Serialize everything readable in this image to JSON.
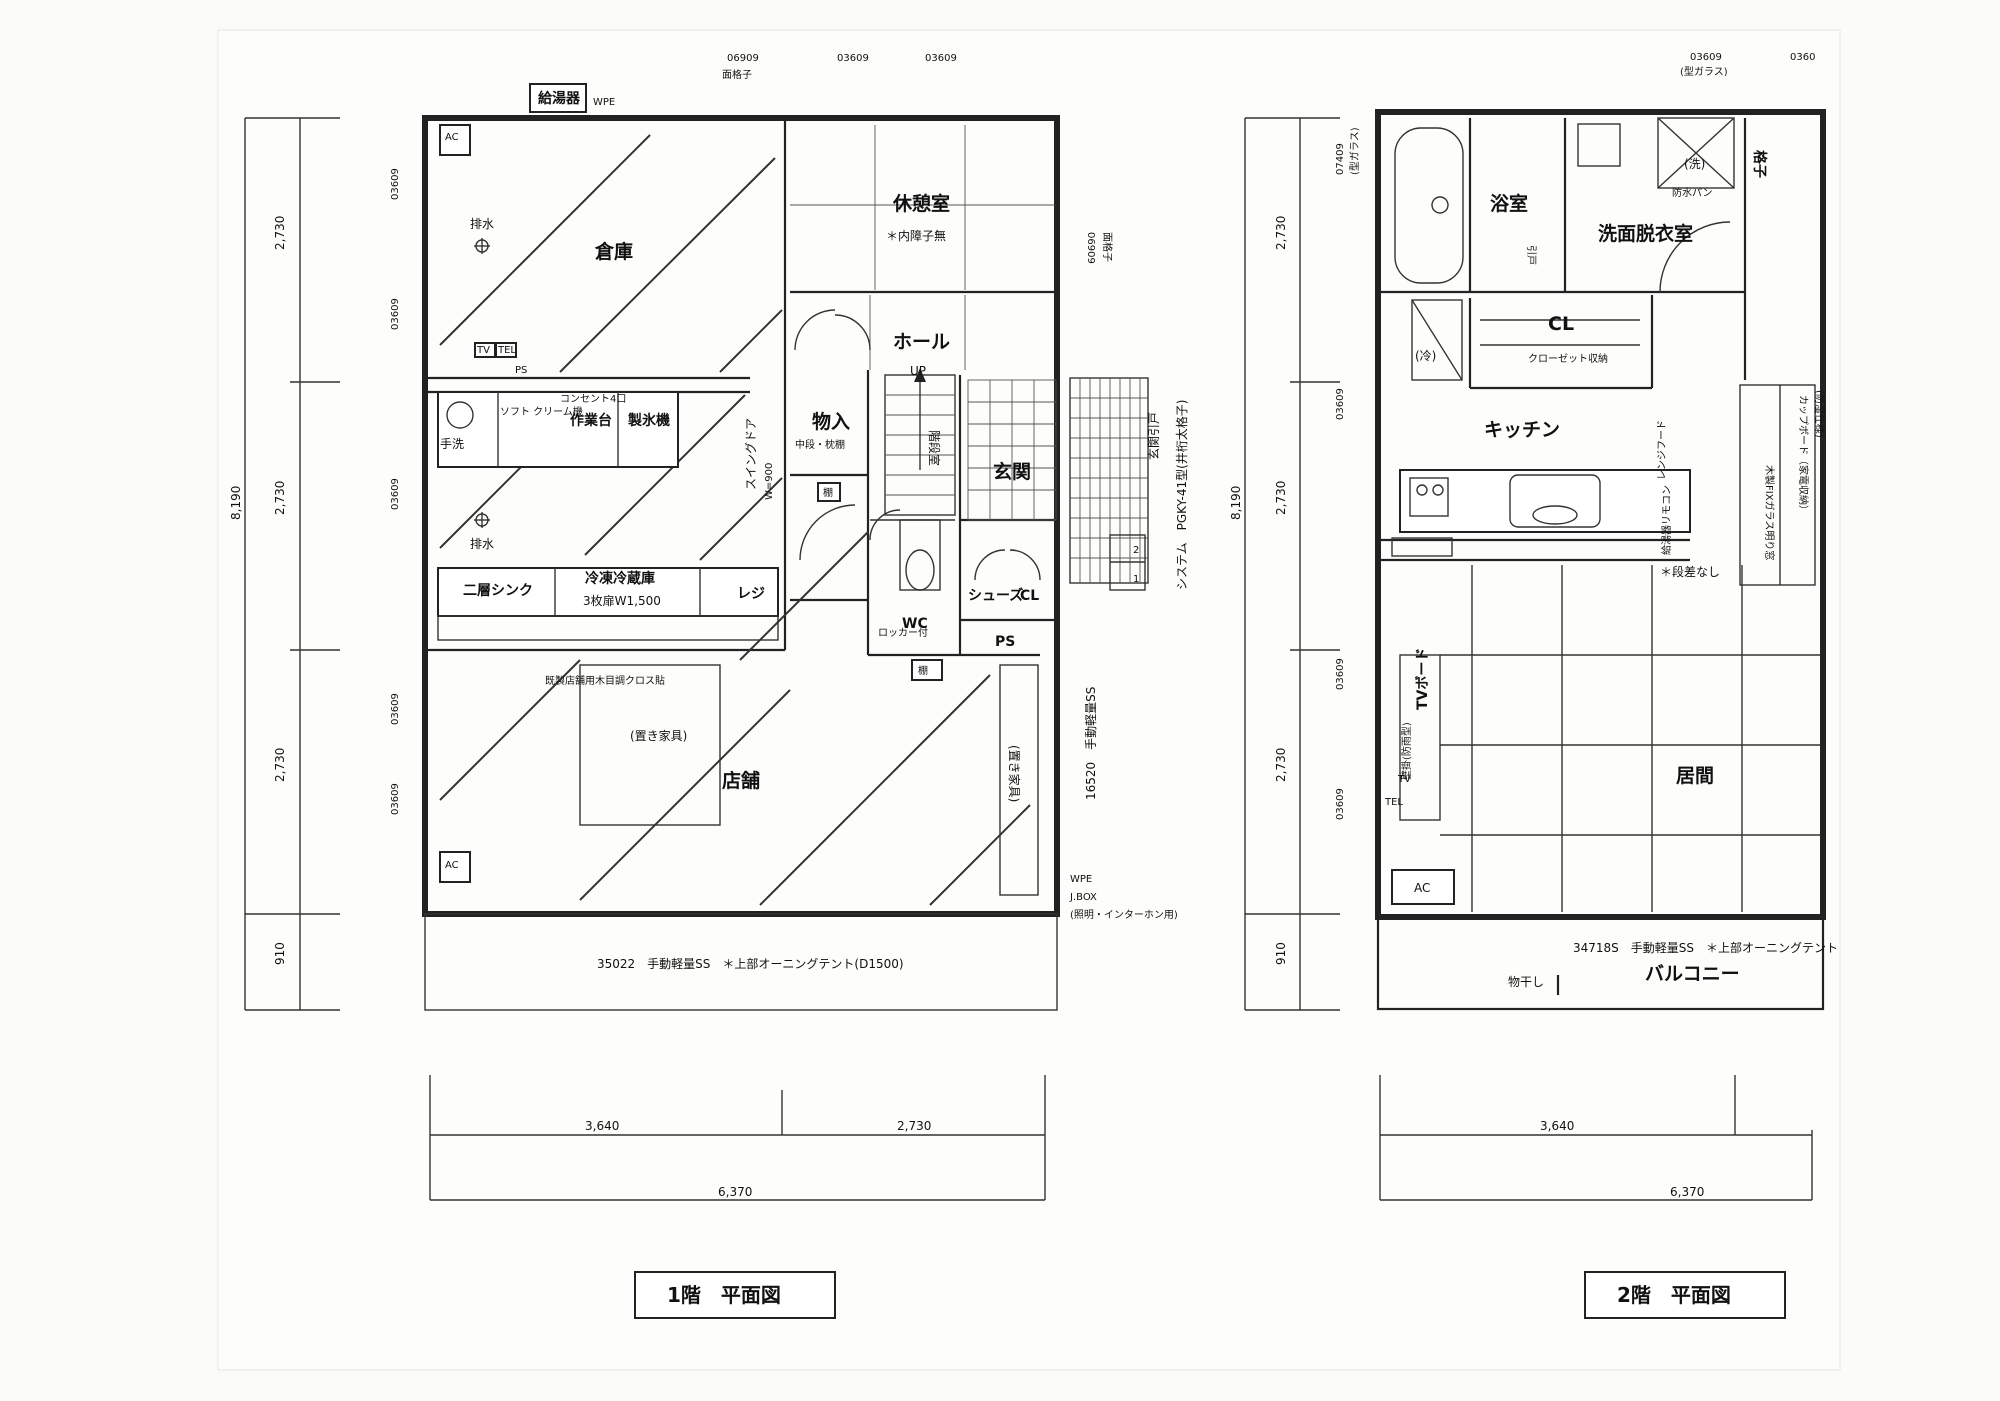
{
  "floor1": {
    "title": "1階　平面図",
    "rooms": {
      "souko": "倉庫",
      "kyukeishitsu": "休憩室",
      "hall": "ホール",
      "monoire": "物入",
      "genkan": "玄関",
      "tenpo": "店舗",
      "wc": "WC",
      "cl": "CL",
      "ps": "PS",
      "shoes": "シューズ"
    },
    "notes": {
      "kyutoki": "給湯器",
      "wpe_top": "WPE",
      "ac_top": "AC",
      "ac_bottom": "AC",
      "haisui_1": "排水",
      "haisui_2": "排水",
      "uchi_shoji": "＊内障子無",
      "tv": "TV",
      "tel": "TEL",
      "ps_strip": "PS",
      "tearai": "手洗",
      "konsento": "コンセント4口",
      "soft_cream": "ソフト\nクリーム機",
      "sagyoudai": "作業台",
      "seihyouki": "製氷機",
      "chuudan": "中段・枕棚",
      "kaidan": "階段室",
      "up": "UP",
      "swing_door": "スイングドア",
      "w900": "W=900",
      "nishou_sink": "二層シンク",
      "reitou": "冷凍冷蔵庫",
      "reitou_sub": "3枚扉W1,500",
      "reji": "レジ",
      "tana": "棚",
      "rocker": "ロッカー付",
      "tana_bottom": "棚",
      "counter_note": "既製店舗用木目調クロス貼",
      "okikagu_1": "(置き家具)",
      "okikagu_2": "(置き家具)",
      "genkan_hikido": "玄関引戸",
      "system_note": "システム　PGKY-41型(井桁太格子)",
      "sash_16520": "16520　手動軽量SS",
      "wpe_bottom": "WPE",
      "jbox": "J.BOX",
      "jbox_sub": "(照明・インターホン用)",
      "shutter_note": "35022　手動軽量SS　＊上部オーニングテント(D1500)",
      "win_06909_top": "06909",
      "win_06909_top_sub": "面格子",
      "win_03609_a": "03609",
      "win_03609_b": "03609",
      "win_side_06909": "06909",
      "win_side_06909_sub": "面格子",
      "side_03609_1": "03609",
      "side_03609_2": "03609",
      "side_03609_3": "03609",
      "side_03609_4": "03609",
      "side_03609_5": "03609",
      "step_2": "2",
      "step_1": "1"
    },
    "dims": {
      "d_2730_1": "2,730",
      "d_2730_2": "2,730",
      "d_2730_3": "2,730",
      "d_8190": "8,190",
      "d_910": "910",
      "d_3640": "3,640",
      "d_2730_h": "2,730",
      "d_6370": "6,370"
    }
  },
  "floor2": {
    "title": "2階　平面図",
    "rooms": {
      "yokushitsu": "浴室",
      "senmen": "洗面脱衣室",
      "cl": "CL",
      "kitchen": "キッチン",
      "kyoma": "居間",
      "balcony": "バルコニー"
    },
    "notes": {
      "top_win": "03609",
      "top_win_sub": "(型ガラス)",
      "top_win_2": "0360",
      "sen": "(洗)",
      "boushi_pan": "防水パン",
      "hikido": "引戸",
      "win_07409": "07409",
      "win_07409_sub": "(型ガラス)",
      "rei": "(冷)",
      "closet": "クローゼット収納",
      "cupboard": "カップボード（家電収納）",
      "kyoshitsu_sub": "(防湿仕様)",
      "fix_glass": "木製FIXガラス明り窓",
      "dansa": "＊段差なし",
      "tv_board": "TVボード",
      "tv_small": "TV",
      "tel_small": "TEL",
      "tv_note": "壁掛(防雨型)",
      "ac": "AC",
      "kyuuyu": "給湯器リモコン",
      "hood": "レンジフード",
      "mono_hoshi": "物干し",
      "sash_note": "34718S　手動軽量SS　＊上部オーニングテント",
      "gyokuza": "格子",
      "side_03609_1": "03609",
      "side_03609_2": "03609",
      "side_03609_3": "03609"
    },
    "dims": {
      "d_2730_1": "2,730",
      "d_2730_2": "2,730",
      "d_2730_3": "2,730",
      "d_8190": "8,190",
      "d_910": "910",
      "d_3640": "3,640",
      "d_6370": "6,370"
    }
  }
}
